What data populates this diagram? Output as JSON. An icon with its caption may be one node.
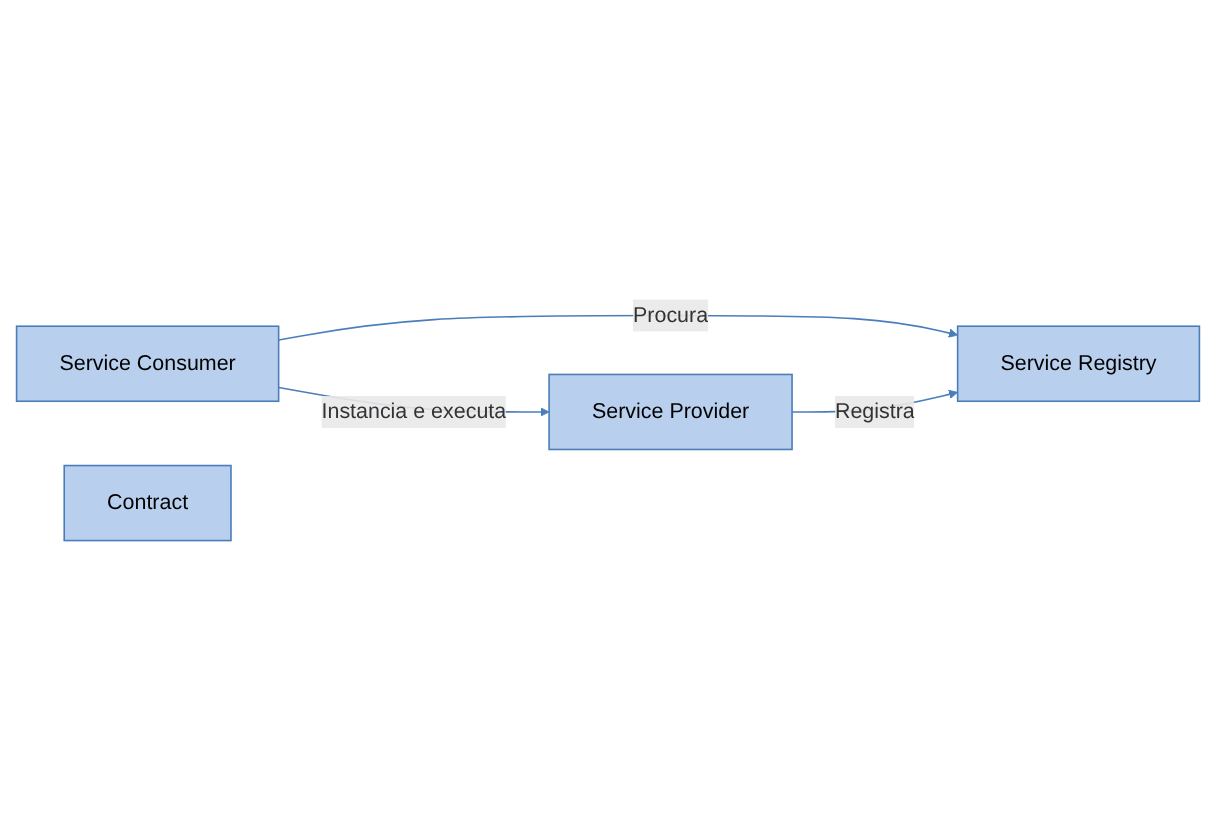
{
  "diagram": {
    "nodes": [
      {
        "text": [
          "Service Consumer"
        ]
      },
      {
        "text": [
          "Contract"
        ]
      },
      {
        "text": [
          "Service Registry"
        ]
      },
      {
        "text": [
          "Service Provider"
        ]
      }
    ],
    "edges": [
      {
        "from": 0,
        "to": 2,
        "arrow": "to",
        "label": "Procura"
      },
      {
        "from": 0,
        "to": 3,
        "arrow": "to",
        "label": "Instancia e executa"
      },
      {
        "from": 3,
        "to": 2,
        "arrow": "to",
        "label": "Registra"
      }
    ]
  }
}
